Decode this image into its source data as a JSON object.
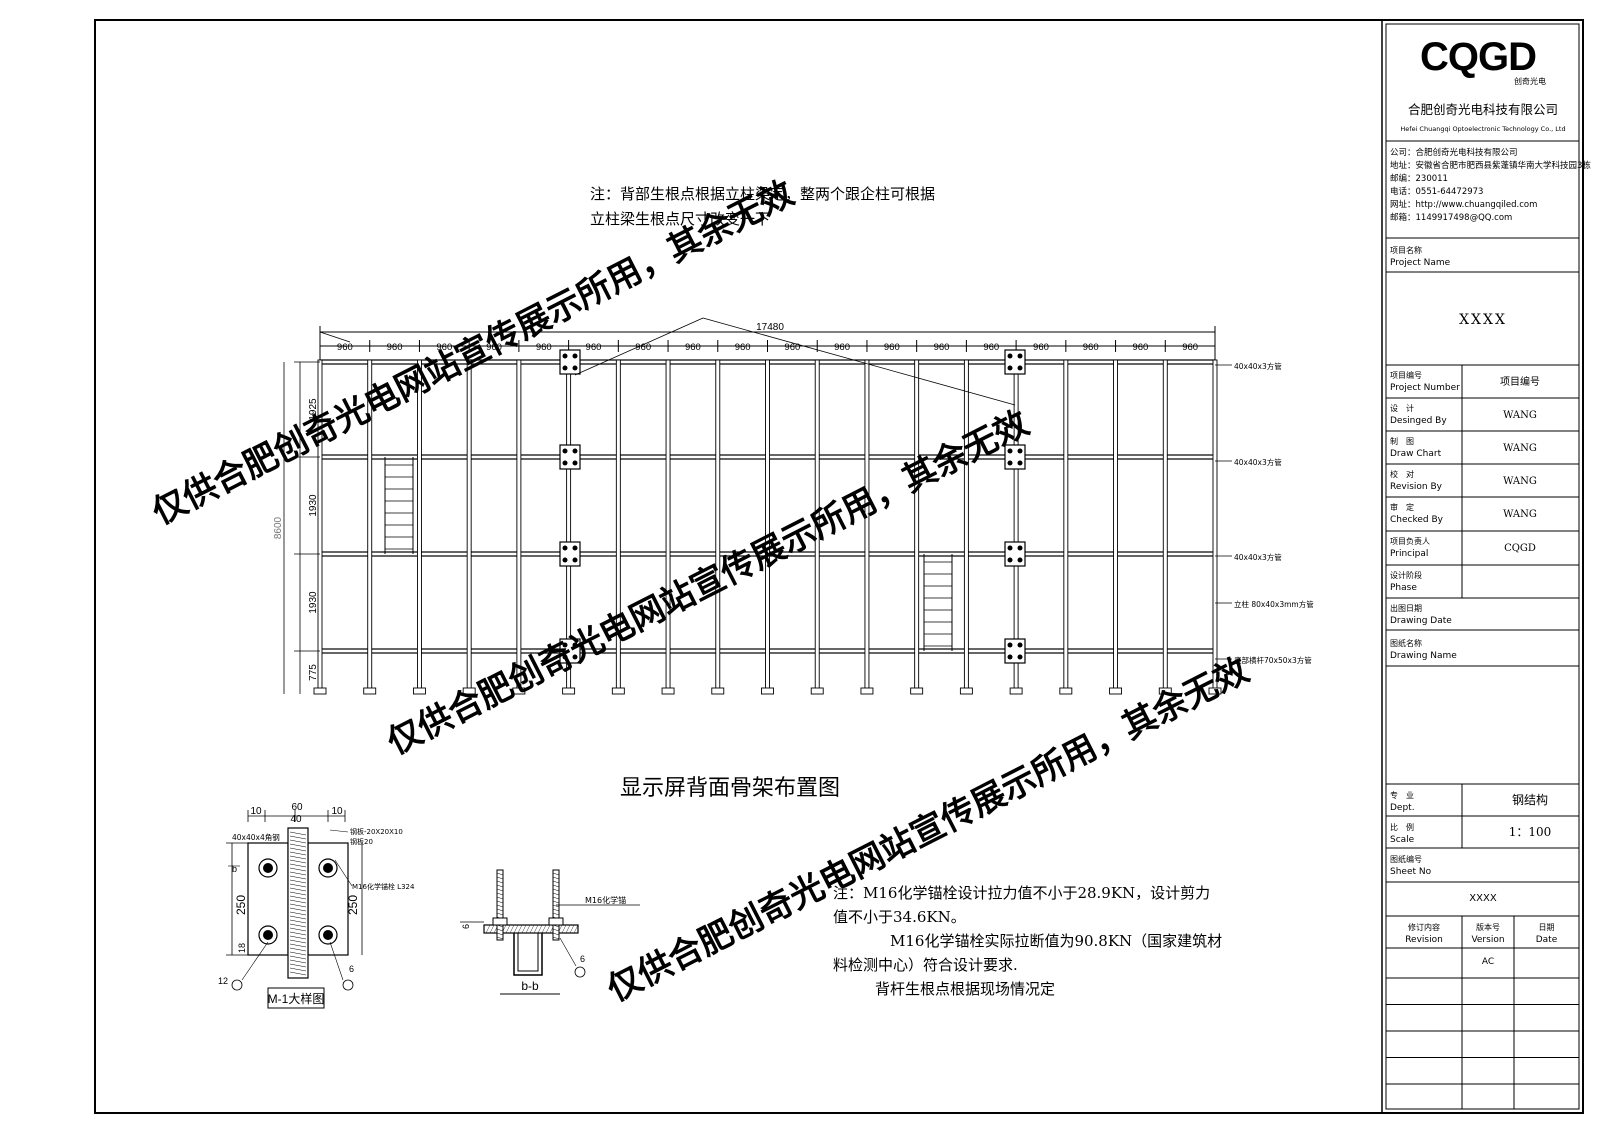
{
  "title_block": {
    "logo_text": "CQGD",
    "logo_sub": "创奇光电",
    "company_cn": "合肥创奇光电科技有限公司",
    "company_en": "Hefei Chuangqi Optoelectronic Technology Co., Ltd",
    "info": [
      "公司：合肥创奇光电科技有限公司",
      "地址：安徽省合肥市肥西县紫蓬镇华南大学科技园3栋",
      "邮编：230011",
      "电话：0551-64472973",
      "网址：http://www.chuangqiled.com",
      "邮箱：1149917498@QQ.com"
    ],
    "project_name_label_cn": "项目名称",
    "project_name_label_en": "Project Name",
    "project_name_value": "XXXX",
    "rows": [
      {
        "cn": "项目编号",
        "en": "Project Number",
        "value": "项目编号"
      },
      {
        "cn": "设　计",
        "en": "Desinged By",
        "value": "WANG"
      },
      {
        "cn": "制　图",
        "en": "Draw Chart",
        "value": "WANG"
      },
      {
        "cn": "校　对",
        "en": "Revision By",
        "value": "WANG"
      },
      {
        "cn": "审　定",
        "en": "Checked By",
        "value": "WANG"
      },
      {
        "cn": "项目负责人",
        "en": "Principal",
        "value": "CQGD"
      },
      {
        "cn": "设计阶段",
        "en": "Phase",
        "value": ""
      },
      {
        "cn": "出图日期",
        "en": "Drawing Date",
        "value": ""
      }
    ],
    "drawing_name_label_cn": "图纸名称",
    "drawing_name_label_en": "Drawing Name",
    "dept_cn": "专　业",
    "dept_en": "Dept.",
    "dept_value": "钢结构",
    "scale_cn": "比　例",
    "scale_en": "Scale",
    "scale_value": "1：100",
    "sheet_cn": "图纸编号",
    "sheet_en": "Sheet No",
    "sheet_value": "XXXX",
    "revision_headers": [
      {
        "cn": "修订内容",
        "en": "Revision"
      },
      {
        "cn": "版本号",
        "en": "Version"
      },
      {
        "cn": "日期",
        "en": "Date"
      }
    ],
    "revision_version": "AC"
  },
  "notes_top": [
    "注：背部生根点根据立柱梁定，整两个跟企柱可根据",
    "立柱梁生根点尺寸改变一下"
  ],
  "elevation": {
    "total_width": "17480",
    "bay_labels": [
      "960",
      "960",
      "960",
      "960",
      "960",
      "960",
      "960",
      "960",
      "960",
      "960",
      "960",
      "960",
      "960",
      "960",
      "960",
      "960",
      "960",
      "960"
    ],
    "height_labels": [
      "1925",
      "1930",
      "1930",
      "775"
    ],
    "total_height": "8600",
    "callouts": [
      "40x40x3方管",
      "40x40x3方管",
      "40x40x3方管",
      "立柱 80x40x3mm方管",
      "底部横杆70x50x3方管"
    ]
  },
  "main_title": "显示屏背面骨架布置图",
  "detail_m1": {
    "title": "M-1大样图",
    "dims_top": [
      "10",
      "60",
      "40",
      "10"
    ],
    "dim_250": "250",
    "dim_250_right": "250",
    "dim_18": "18",
    "labels": [
      "40x40x4角钢",
      "钢板-20X20X10",
      "钢板20",
      "M16化学锚栓 L324"
    ],
    "marks": [
      "12",
      "6",
      "b"
    ]
  },
  "detail_bb": {
    "title": "b-b",
    "label": "M16化学锚",
    "marks": [
      "6",
      "6"
    ]
  },
  "notes_bottom": [
    "注：M16化学锚栓设计拉力值不小于28.9KN，设计剪力",
    "值不小于34.6KN。",
    "M16化学锚栓实际拉断值为90.8KN（国家建筑材",
    "料检测中心）符合设计要求.",
    "背杆生根点根据现场情况定"
  ],
  "watermark": "仅供合肥创奇光电网站宣传展示所用，其余无效"
}
